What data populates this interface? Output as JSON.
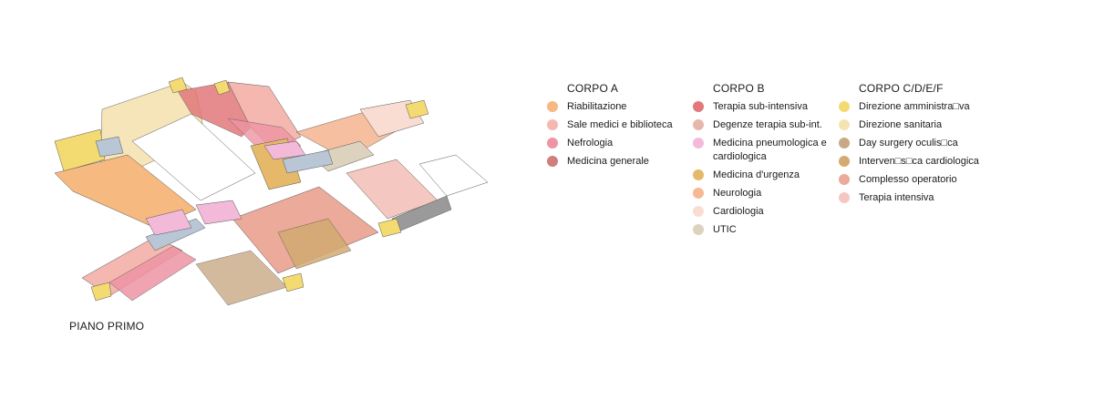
{
  "floor_label": "PIANO PRIMO",
  "legend": [
    {
      "title": "CORPO A",
      "items": [
        {
          "label": "Riabilitazione",
          "color": "#f6b97f"
        },
        {
          "label": "Sale medici e biblioteca",
          "color": "#f4b8b0"
        },
        {
          "label": "Nefrologia",
          "color": "#ee94a4"
        },
        {
          "label": "Medicina generale",
          "color": "#cf7f7c"
        }
      ]
    },
    {
      "title": "CORPO B",
      "items": [
        {
          "label": "Terapia sub-intensiva",
          "color": "#e2787b"
        },
        {
          "label": "Degenze terapia sub-int.",
          "color": "#e6b8a9"
        },
        {
          "label": "Medicina pneumologica e cardiologica",
          "color": "#f3b9d9"
        },
        {
          "label": "Medicina d'urgenza",
          "color": "#e5b86a"
        },
        {
          "label": "Neurologia",
          "color": "#f6b996"
        },
        {
          "label": "Cardiologia",
          "color": "#f9ddd3"
        },
        {
          "label": "UTIC",
          "color": "#ddd2bd"
        }
      ]
    },
    {
      "title": "CORPO C/D/E/F",
      "items": [
        {
          "label": "Direzione amministra□va",
          "color": "#f3db71"
        },
        {
          "label": "Direzione sanitaria",
          "color": "#f6e3b1"
        },
        {
          "label": "Day surgery oculis□ca",
          "color": "#c9a985"
        },
        {
          "label": "Interven□s□ca cardiologica",
          "color": "#d3aa70"
        },
        {
          "label": "Complesso operatorio",
          "color": "#ebaa9a"
        },
        {
          "label": "Terapia intensiva",
          "color": "#f4c8c0"
        }
      ]
    }
  ]
}
